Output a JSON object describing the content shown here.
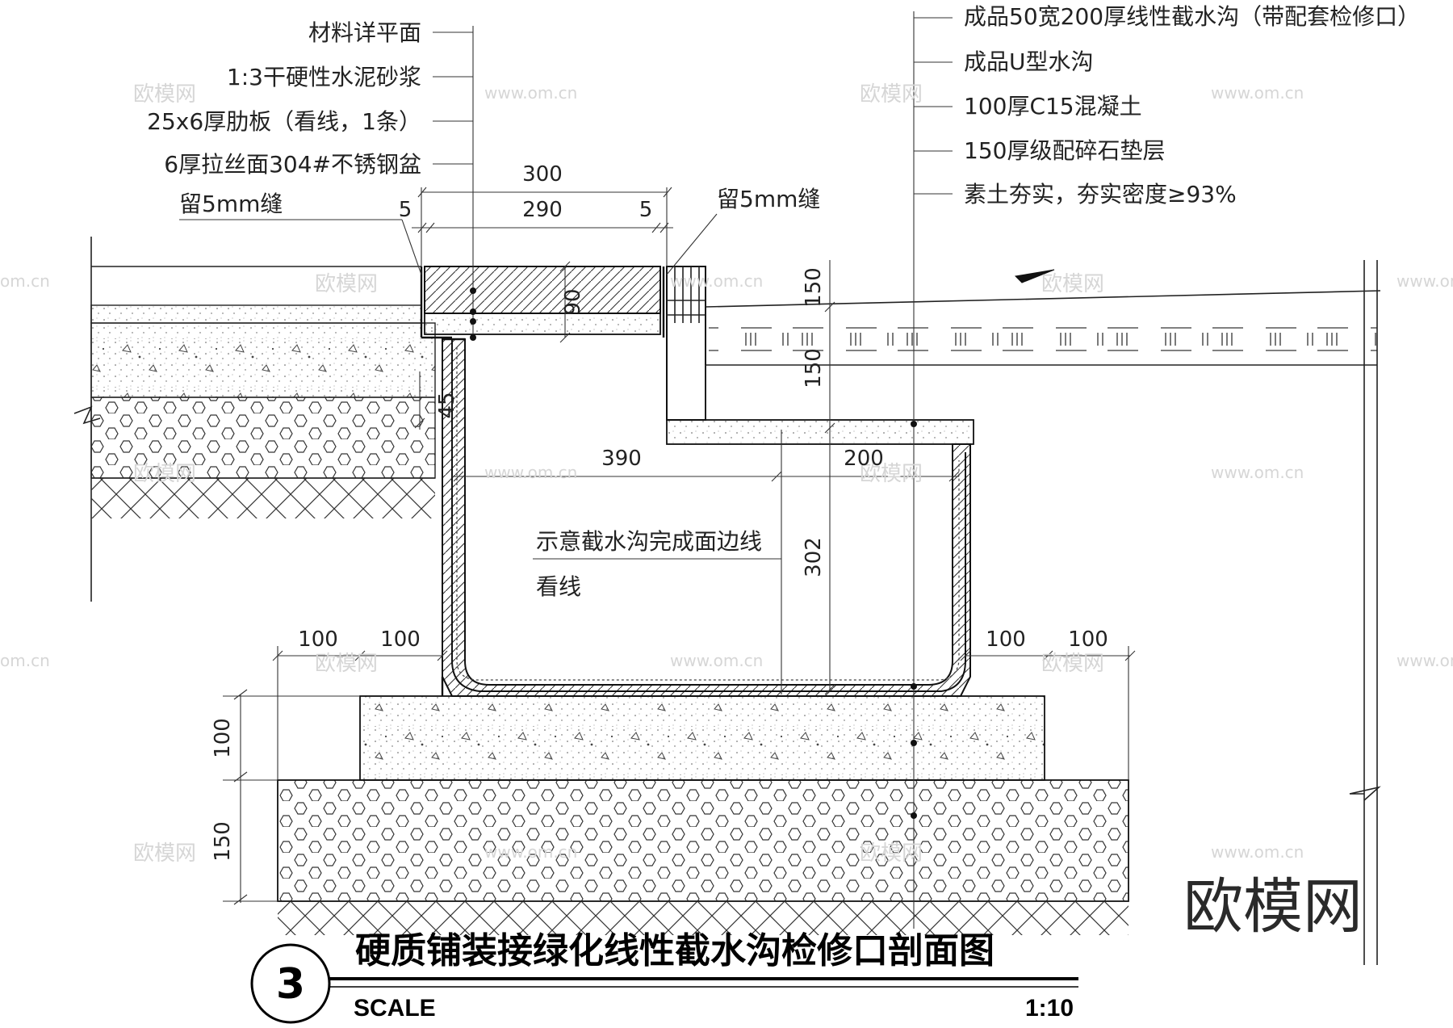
{
  "labels_left": [
    "材料详平面",
    "1:3干硬性水泥砂浆",
    "25x6厚肋板（看线，1条）",
    "6厚拉丝面304#不锈钢盆"
  ],
  "labels_right": [
    "成品50宽200厚线性截水沟（带配套检修口）",
    "成品U型水沟",
    "100厚C15混凝土",
    "150厚级配碎石垫层",
    "素土夯实，夯实密度≥93%"
  ],
  "gap_left": "留5mm缝",
  "gap_right": "留5mm缝",
  "dims": {
    "top_300": "300",
    "top_290": "290",
    "top_5_left": "5",
    "top_5_right": "5",
    "grate_90": "90",
    "right_150_top": "150",
    "right_150_mid": "150",
    "left_45": "45",
    "width_390": "390",
    "width_200": "200",
    "depth_302": "302",
    "bottom_100_a": "100",
    "bottom_100_b": "100",
    "bottom_100_c": "100",
    "bottom_100_d": "100",
    "side_100": "100",
    "side_150": "150"
  },
  "notes": {
    "line1": "示意截水沟完成面边线",
    "line2": "看线"
  },
  "watermarks": {
    "cn": "欧模网",
    "url": "www.om.cn",
    "url_short": "om.cn"
  },
  "title": {
    "number": "3",
    "text": "硬质铺装接绿化线性截水沟检修口剖面图",
    "scale_label": "SCALE",
    "scale_value": "1:10"
  },
  "brand": "欧模网"
}
